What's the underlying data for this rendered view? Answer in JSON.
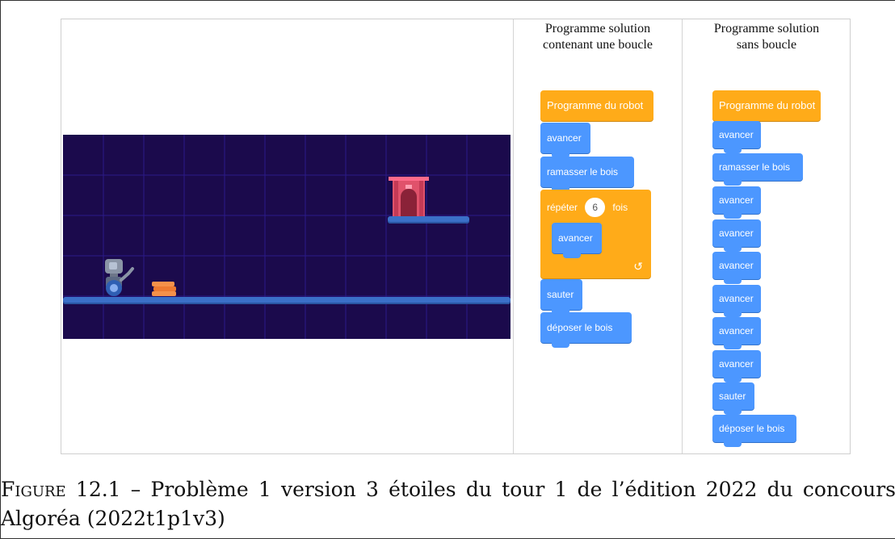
{
  "figure": {
    "col2_title": [
      "Programme solution",
      "contenant une boucle"
    ],
    "col3_title": [
      "Programme solution",
      "sans boucle"
    ]
  },
  "loop_program": {
    "hat": "Programme du robot",
    "before": [
      "avancer",
      "ramasser le bois"
    ],
    "repeat": {
      "prefix": "répéter",
      "count": "6",
      "suffix": "fois",
      "body": "avancer",
      "arrow": "↺"
    },
    "after": [
      "sauter",
      "déposer le bois"
    ]
  },
  "flat_program": {
    "hat": "Programme du robot",
    "blocks": [
      "avancer",
      "ramasser le bois",
      "avancer",
      "avancer",
      "avancer",
      "avancer",
      "avancer",
      "avancer",
      "sauter",
      "déposer le bois"
    ]
  },
  "caption": {
    "label": "Figure 12.1",
    "text": " – Problème 1 version 3 étoiles du tour 1 de l’édition 2022 du concours Algoréa (2022t1p1v3)"
  },
  "colors": {
    "game_bg": "#1b0a4c",
    "motion_block": "#4c97ff",
    "event_block": "#ffab19",
    "platform": "#3b70c8",
    "door": "#e0526b"
  }
}
